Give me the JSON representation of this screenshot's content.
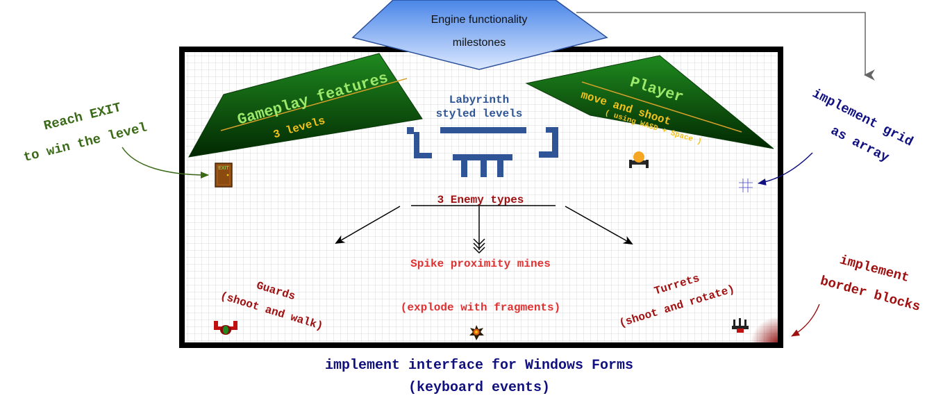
{
  "engine_box": {
    "line1": "Engine functionality",
    "line2": "milestones"
  },
  "gameplay_panel": {
    "title": "Gameplay features",
    "subtitle": "3 levels"
  },
  "player_panel": {
    "title": "Player",
    "subtitle": "move and shoot",
    "note": "( using WASD + Space )"
  },
  "labyrinth": {
    "line1": "Labyrinth",
    "line2": "styled levels"
  },
  "enemies": {
    "heading": "3 Enemy types",
    "mines_label": "Spike proximity mines",
    "mines_note": "(explode with fragments)",
    "guards_label": "Guards",
    "guards_note": "(shoot and walk)",
    "turrets_label": "Turrets",
    "turrets_note": "(shoot and rotate)"
  },
  "exit_sign": "EXIT",
  "annotations": {
    "reach_exit_1": "Reach EXIT",
    "reach_exit_2": "to win the level",
    "grid_1": "implement grid",
    "grid_2": "as array",
    "border_1": "implement",
    "border_2": "border blocks",
    "interface_1": "implement interface for Windows Forms",
    "interface_2": "(keyboard events)"
  },
  "colors": {
    "annotation_green": "#3a6a18",
    "annotation_navy": "#101080",
    "annotation_red": "#a01010",
    "enemy_red": "#e03030",
    "panel_green_light": "#1f8a1f",
    "panel_green_dark": "#022802",
    "wall_blue": "#2f5597",
    "engine_blue_top": "#4a86e8",
    "engine_blue_bottom": "#dbe8ff"
  }
}
